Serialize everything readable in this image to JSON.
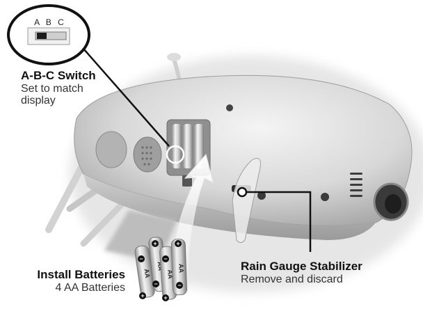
{
  "callouts": {
    "abc_switch": {
      "title": "A-B-C Switch",
      "line1": "Set to match",
      "line2": "display",
      "switch_letters": "A B C"
    },
    "batteries": {
      "title": "Install Batteries",
      "subtitle": "4 AA Batteries"
    },
    "rain_gauge": {
      "title": "Rain Gauge Stabilizer",
      "subtitle": "Remove and discard"
    }
  },
  "battery_marking": "AA",
  "colors": {
    "callout_line": "#111111",
    "device_body": "#d6d6d6",
    "battery_silver": "#c9c9c9"
  }
}
